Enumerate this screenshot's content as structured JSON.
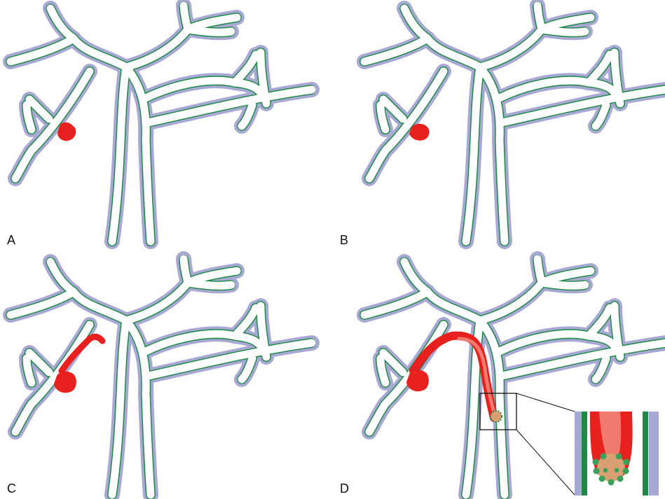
{
  "figure": {
    "panels": [
      {
        "label": "A",
        "stage": "tumor-near-duct"
      },
      {
        "label": "B",
        "stage": "tumor-contacts-duct-wall"
      },
      {
        "label": "C",
        "stage": "intraductal-growth-along-branch"
      },
      {
        "label": "D",
        "stage": "intraductal-extension-into-main-duct-with-detail-inset"
      }
    ],
    "colors": {
      "duct_wall": "#a8a8d4",
      "epithelium": "#1e8a46",
      "lumen": "#ffffff",
      "tumor": "#e8201e",
      "tumor_light": "#f07a6e",
      "tumor_tip": "#d9a074"
    }
  }
}
